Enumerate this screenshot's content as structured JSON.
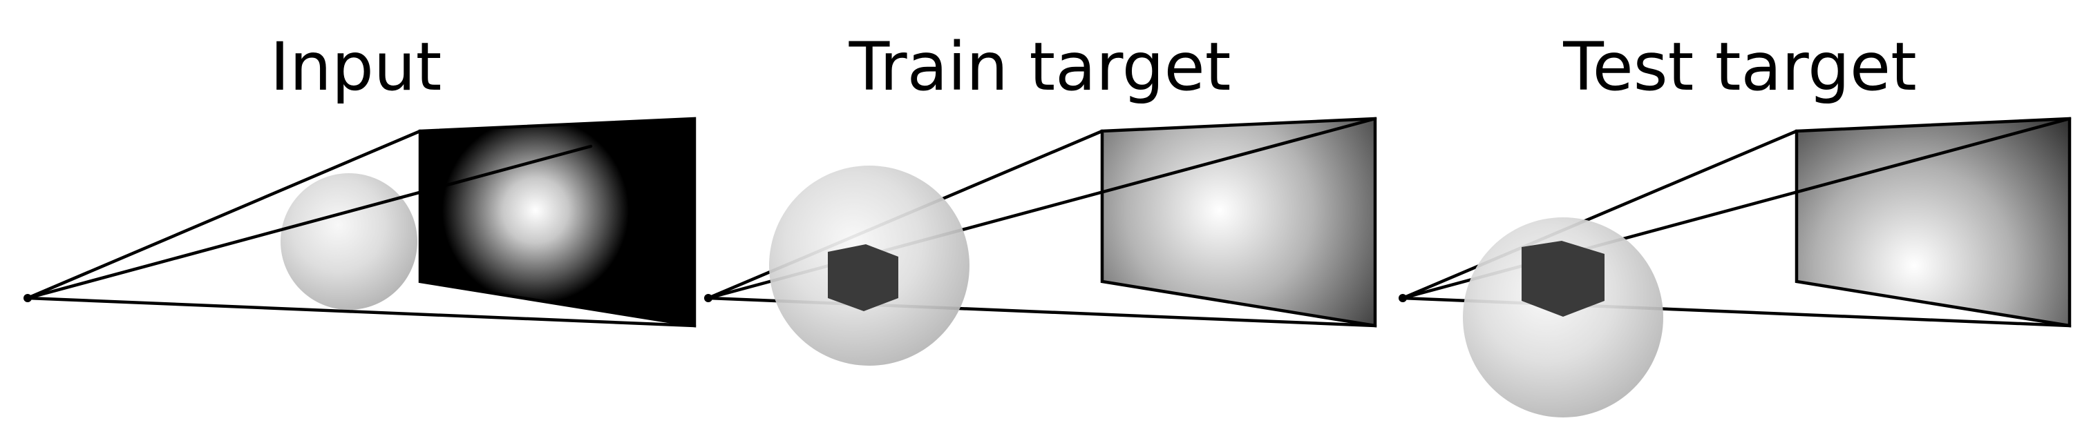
{
  "panels": [
    {
      "title": "Input"
    },
    {
      "title": "Train target"
    },
    {
      "title": "Test target"
    }
  ]
}
